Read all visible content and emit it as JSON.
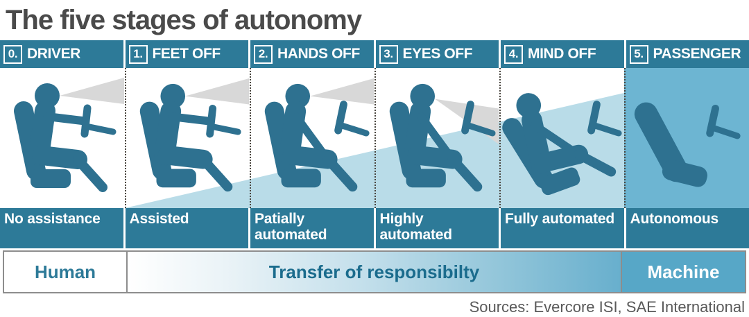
{
  "title": "The five stages of autonomy",
  "stages": [
    {
      "num": "0.",
      "header": "DRIVER",
      "label": "No assistance",
      "icon": "driver-hands-on-wheel"
    },
    {
      "num": "1.",
      "header": "FEET OFF",
      "label": "Assisted",
      "icon": "driver-hands-on-wheel"
    },
    {
      "num": "2.",
      "header": "HANDS OFF",
      "label": "Patially automated",
      "icon": "driver-hands-off-wheel"
    },
    {
      "num": "3.",
      "header": "EYES OFF",
      "label": "Highly automated",
      "icon": "driver-eyes-off-road"
    },
    {
      "num": "4.",
      "header": "MIND OFF",
      "label": "Fully automated",
      "icon": "driver-reclined"
    },
    {
      "num": "5.",
      "header": "PASSENGER",
      "label": "Autonomous",
      "icon": "empty-seat"
    }
  ],
  "footer": {
    "human": "Human",
    "transfer": "Transfer of responsibilty",
    "machine": "Machine"
  },
  "sources": "Sources: Evercore ISI, SAE International",
  "colors": {
    "bar_teal": "#2d7a98",
    "icon_teal": "#2e7190",
    "gaze_cone_gray": "#d8d8d8",
    "wedge_blue": "#b9dce8",
    "passenger_blue": "#6db5d2",
    "machine_blue": "#57a7c7",
    "title_gray": "#4a4a4a",
    "sources_gray": "#595959"
  },
  "chart_data": {
    "type": "table",
    "title": "The five stages of autonomy",
    "categories": [
      "0. DRIVER",
      "1. FEET OFF",
      "2. HANDS OFF",
      "3. EYES OFF",
      "4. MIND OFF",
      "5. PASSENGER"
    ],
    "series": [
      {
        "name": "automation_label",
        "values": [
          "No assistance",
          "Assisted",
          "Patially automated",
          "Highly automated",
          "Fully automated",
          "Autonomous"
        ]
      },
      {
        "name": "responsibility",
        "values": [
          "Human",
          "Transfer of responsibilty",
          "Transfer of responsibilty",
          "Transfer of responsibilty",
          "Transfer of responsibilty",
          "Machine"
        ]
      }
    ],
    "annotations": [
      "Sources: Evercore ISI, SAE International"
    ],
    "legend_position": "none",
    "grid": false
  }
}
